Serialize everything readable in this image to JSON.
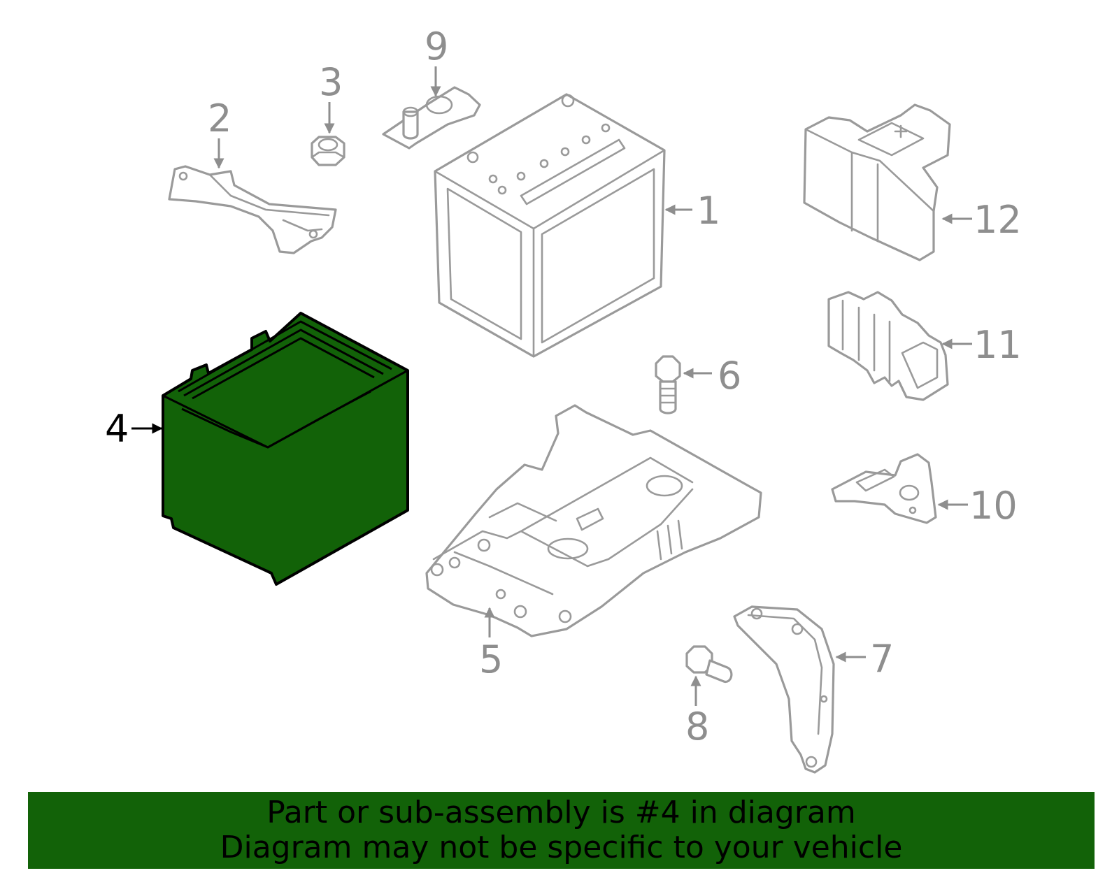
{
  "callouts": [
    "1",
    "2",
    "3",
    "4",
    "5",
    "6",
    "7",
    "8",
    "9",
    "10",
    "11",
    "12"
  ],
  "highlighted_part": "4",
  "highlight_color": "#126208",
  "banner": {
    "line1": "Part or sub-assembly is #4 in diagram",
    "line2": "Diagram may not be specific to your vehicle",
    "background": "#126208"
  },
  "colors": {
    "outline": "#9a9a9a",
    "callout": "#8e8e8e",
    "highlight_outline": "#000000"
  }
}
